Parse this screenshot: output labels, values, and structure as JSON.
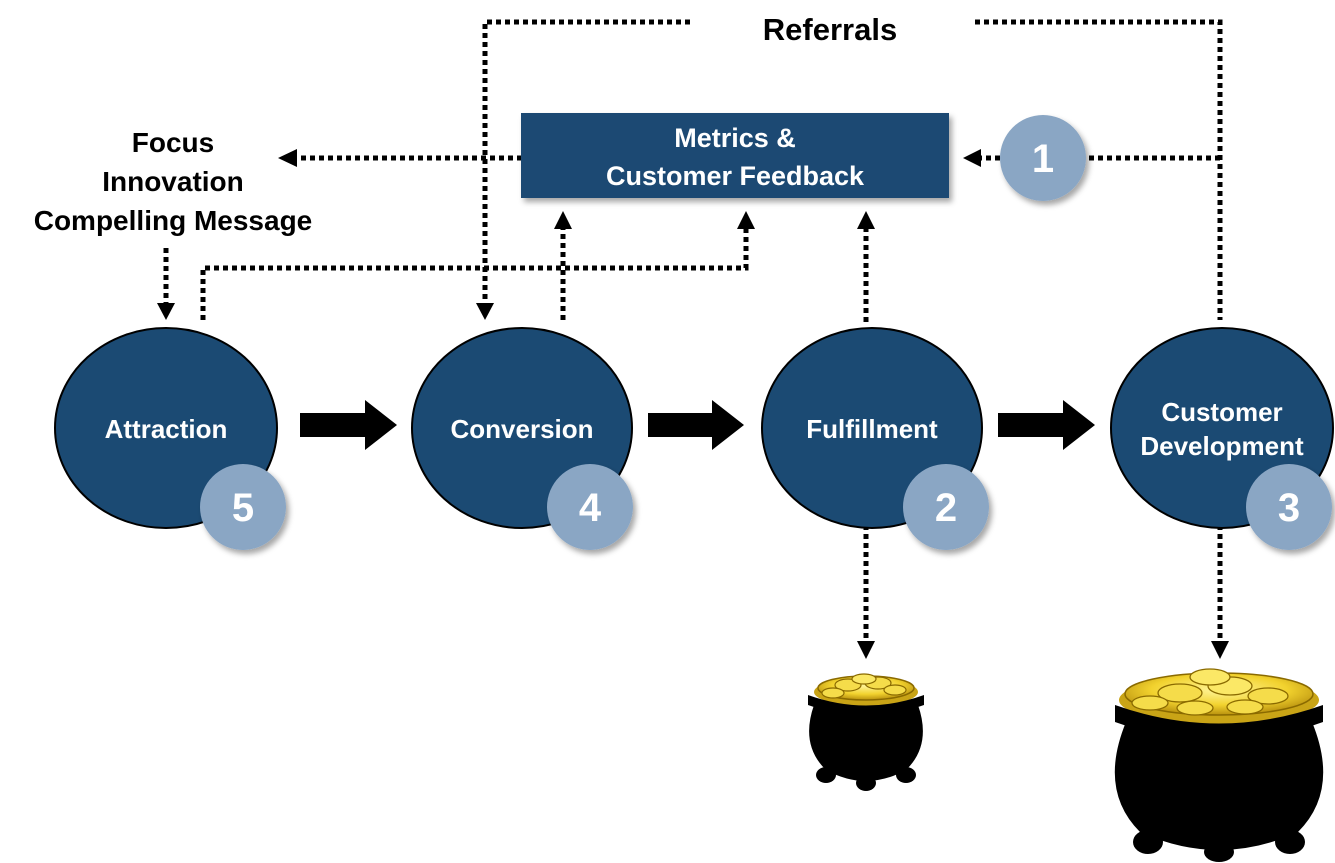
{
  "header": {
    "referrals_label": "Referrals"
  },
  "metrics_box": {
    "line1": "Metrics &",
    "line2": "Customer Feedback"
  },
  "focus_note": {
    "line1": "Focus",
    "line2": "Innovation",
    "line3": "Compelling Message"
  },
  "stages": [
    {
      "label": "Attraction",
      "badge": "5"
    },
    {
      "label": "Conversion",
      "badge": "4"
    },
    {
      "label": "Fulfillment",
      "badge": "2"
    },
    {
      "label_line1": "Customer",
      "label_line2": "Development",
      "badge": "3"
    }
  ],
  "metrics_badge": "1",
  "pots": [
    {
      "icon": "small-pot-of-gold-icon"
    },
    {
      "icon": "large-pot-of-gold-icon"
    }
  ],
  "colors": {
    "node_fill": "#1b4a73",
    "badge_fill": "#8aa6c4",
    "text_on_node": "#ffffff",
    "connector": "#000000",
    "gold": "#f2d22e"
  }
}
